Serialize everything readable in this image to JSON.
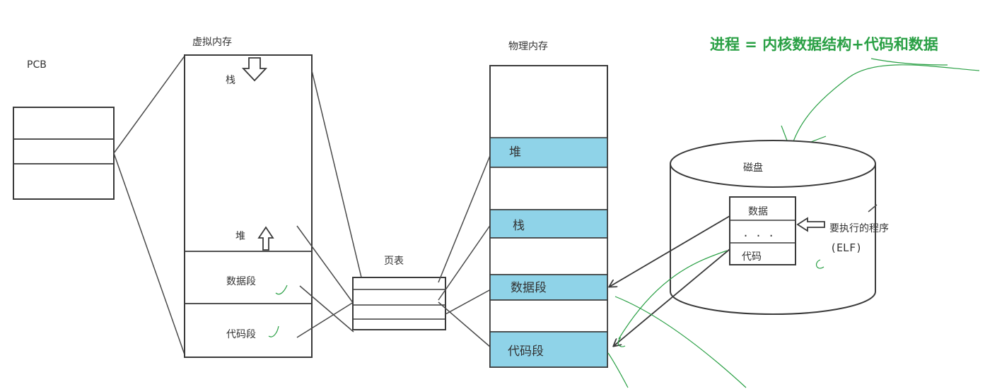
{
  "title": "进程 = 内核数据结构+代码和数据",
  "pcb": {
    "label": "PCB"
  },
  "virtual_memory": {
    "label": "虚拟内存",
    "stack": "栈",
    "heap": "堆",
    "data_segment": "数据段",
    "code_segment": "代码段"
  },
  "page_table": {
    "label": "页表"
  },
  "physical_memory": {
    "label": "物理内存",
    "heap": "堆",
    "stack": "栈",
    "data_segment": "数据段",
    "code_segment": "代码段"
  },
  "disk": {
    "label": "磁盘",
    "data": "数据",
    "dots": ". . .",
    "code": "代码",
    "program_label": "要执行的程序",
    "elf_label": "(ELF)"
  },
  "colors": {
    "title": "#2aa045",
    "annotation": "#2aa045",
    "segment_fill": "#8fd3e8",
    "line": "#3a3a3a"
  }
}
